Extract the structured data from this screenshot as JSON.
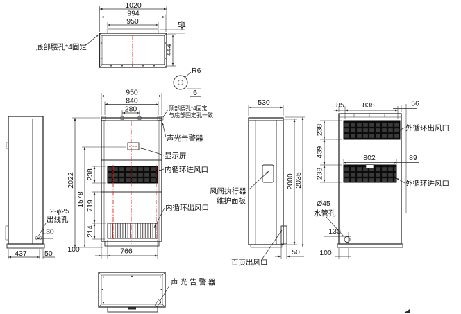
{
  "colors": {
    "line": "#2b2b2b",
    "centerline": "#f02020",
    "grille": "#0c0c0c",
    "background": "#ffffff"
  },
  "top": {
    "d1020": "1020",
    "d994": "994",
    "d950": "950",
    "d51": "51",
    "d444": "444",
    "r6": "R6",
    "d6": "6",
    "holes": "底部腰孔*4固定"
  },
  "left": {
    "d437": "437",
    "d50": "50",
    "d130": "130",
    "wire1": "2-φ25",
    "wire2": "出线孔"
  },
  "front": {
    "d950": "950",
    "d840": "840",
    "d280": "280",
    "d2022": "2022",
    "d1578": "1578",
    "d719": "719",
    "d238": "238",
    "d214": "214",
    "d100": "100",
    "d766": "766",
    "holes1": "顶部腰孔*4固定",
    "holes2": "与底部固定孔一致",
    "alarm": "声光告警器",
    "display": "显示屏",
    "inlet": "内循环进风口",
    "outlet": "内循环出风口"
  },
  "side": {
    "d530": "530",
    "d2000": "2000",
    "d2035": "2035",
    "d50": "50",
    "damper1": "风阀执行器",
    "damper2": "维护面板",
    "louver": "百页出风口"
  },
  "rear": {
    "d85": "85",
    "d838": "838",
    "d56": "56",
    "d238a": "238",
    "d439": "439",
    "d238b": "238",
    "d802": "802",
    "d89": "89",
    "d130": "130",
    "d100": "100",
    "outlet": "外循环出风口",
    "inlet": "外循环进风口",
    "pipe1": "Ø45",
    "pipe2": "水管孔"
  },
  "bottom": {
    "alarm": "声光告警器"
  }
}
